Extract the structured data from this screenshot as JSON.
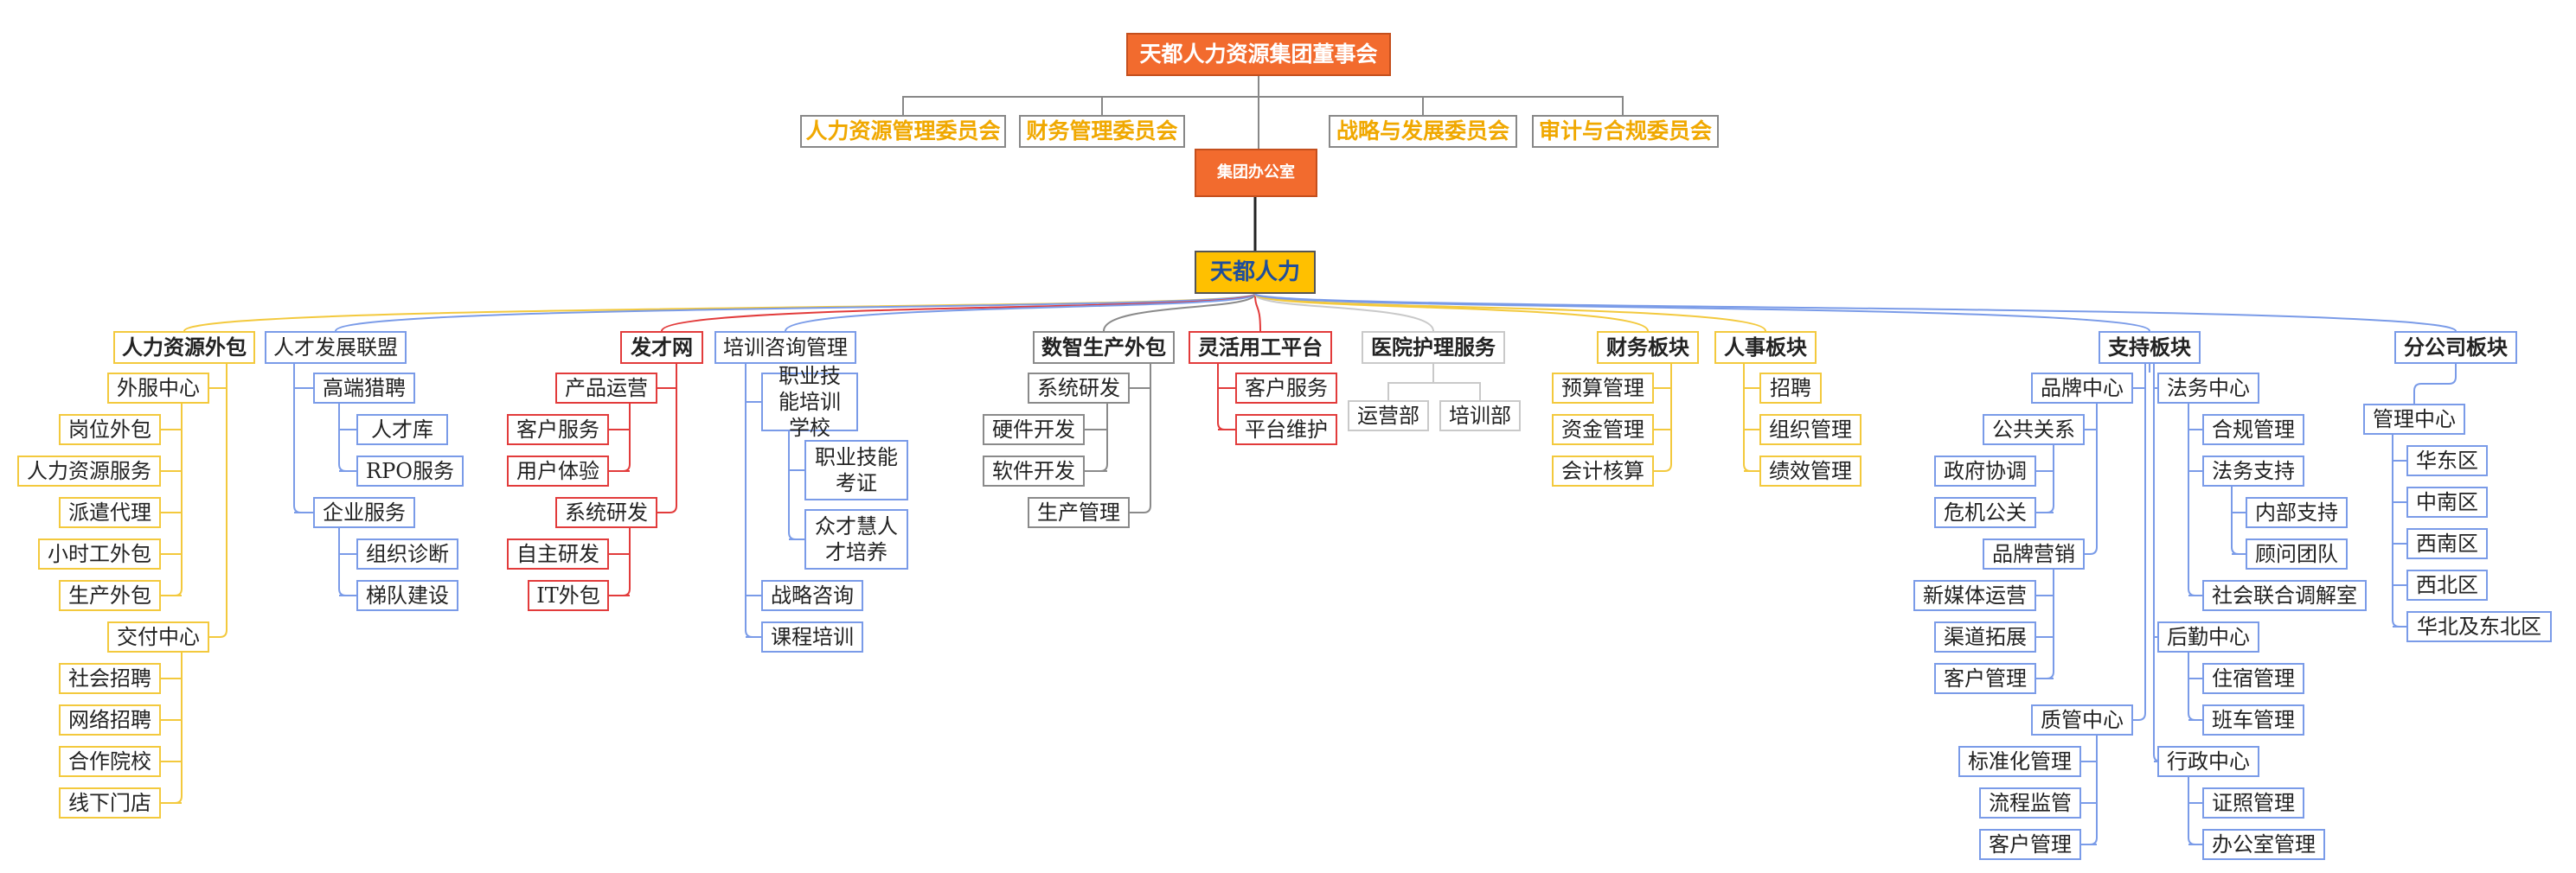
{
  "board": "天都人力资源集团董事会",
  "committees": [
    "人力资源管理委员会",
    "财务管理委员会",
    "战略与发展委员会",
    "审计与合规委员会"
  ],
  "office": "集团办公室",
  "company": "天都人力",
  "colors": {
    "orange": "#f26b2e",
    "gold": "#ffc000",
    "yellow": "#f3c93d",
    "blue": "#7a9be8",
    "red": "#e23b3b",
    "gray": "#8a8a8a",
    "lightgray": "#c9c9c9"
  },
  "branches": {
    "hr_outsourcing": {
      "title": "人力资源外包",
      "waifu": {
        "title": "外服中心",
        "items": [
          "岗位外包",
          "人力资源服务",
          "派遣代理",
          "小时工外包",
          "生产外包"
        ]
      },
      "jiaofu": {
        "title": "交付中心",
        "items": [
          "社会招聘",
          "网络招聘",
          "合作院校",
          "线下门店"
        ]
      }
    },
    "talent_alliance": {
      "title": "人才发展联盟",
      "headhunt": {
        "title": "高端猎聘",
        "items": [
          "人才库",
          "RPO服务"
        ]
      },
      "enterprise": {
        "title": "企业服务",
        "items": [
          "组织诊断",
          "梯队建设"
        ]
      }
    },
    "facai": {
      "title": "发才网",
      "ops": {
        "title": "产品运营",
        "items": [
          "客户服务",
          "用户体验"
        ]
      },
      "rnd": {
        "title": "系统研发",
        "items": [
          "自主研发",
          "IT外包"
        ]
      }
    },
    "training": {
      "title": "培训咨询管理",
      "school": {
        "title": "职业技能培训学校",
        "items": [
          "职业技能考证",
          "众才慧人才培养"
        ]
      },
      "items": [
        "战略咨询",
        "课程培训"
      ]
    },
    "digital": {
      "title": "数智生产外包",
      "sys": {
        "title": "系统研发",
        "items": [
          "硬件开发",
          "软件开发"
        ]
      },
      "prod": "生产管理"
    },
    "flex": {
      "title": "灵活用工平台",
      "items": [
        "客户服务",
        "平台维护"
      ]
    },
    "hospital": {
      "title": "医院护理服务",
      "items": [
        "运营部",
        "培训部"
      ]
    },
    "finance": {
      "title": "财务板块",
      "items": [
        "预算管理",
        "资金管理",
        "会计核算"
      ]
    },
    "hr": {
      "title": "人事板块",
      "items": [
        "招聘",
        "组织管理",
        "绩效管理"
      ]
    },
    "support": {
      "title": "支持板块",
      "brand": {
        "title": "品牌中心",
        "pr": {
          "title": "公共关系",
          "items": [
            "政府协调",
            "危机公关"
          ]
        },
        "mkt": {
          "title": "品牌营销",
          "items": [
            "新媒体运营",
            "渠道拓展",
            "客户管理"
          ]
        }
      },
      "quality": {
        "title": "质管中心",
        "items": [
          "标准化管理",
          "流程监管",
          "客户管理"
        ]
      },
      "legal": {
        "title": "法务中心",
        "compliance": "合规管理",
        "legal_support": {
          "title": "法务支持",
          "items": [
            "内部支持",
            "顾问团队"
          ]
        },
        "mediation": "社会联合调解室"
      },
      "logistics": {
        "title": "后勤中心",
        "items": [
          "住宿管理",
          "班车管理"
        ]
      },
      "admin": {
        "title": "行政中心",
        "items": [
          "证照管理",
          "办公室管理"
        ]
      }
    },
    "branch": {
      "title": "分公司板块",
      "mgmt": "管理中心",
      "items": [
        "华东区",
        "中南区",
        "西南区",
        "西北区",
        "华北及东北区"
      ]
    }
  }
}
